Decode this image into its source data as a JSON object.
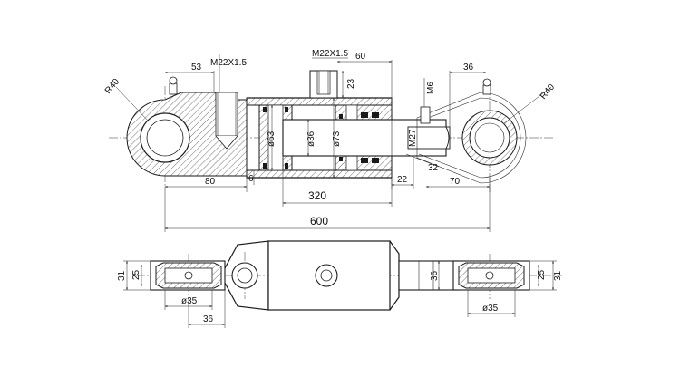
{
  "dimensions": {
    "d_53": "53",
    "d_m22_left": "M22X1.5",
    "d_m22_top": "M22X1.5",
    "d_60": "60",
    "d_23": "23",
    "d_m6": "M6",
    "d_36_top": "36",
    "d_r40_left": "R40",
    "d_r40_right": "R40",
    "d_phi63": "ø63",
    "d_phi36": "ø36",
    "d_phi73": "ø73",
    "d_m27": "M27",
    "d_32": "32",
    "d_22": "22",
    "d_80": "80",
    "d_6": "6",
    "d_70": "70",
    "d_320": "320",
    "d_600": "600",
    "d_31_left": "31",
    "d_25_left": "25",
    "d_phi35_left": "ø35",
    "d_36_bottom": "36",
    "d_36_rod": "36",
    "d_25_right": "25",
    "d_31_right": "31",
    "d_phi35_right": "ø35"
  }
}
